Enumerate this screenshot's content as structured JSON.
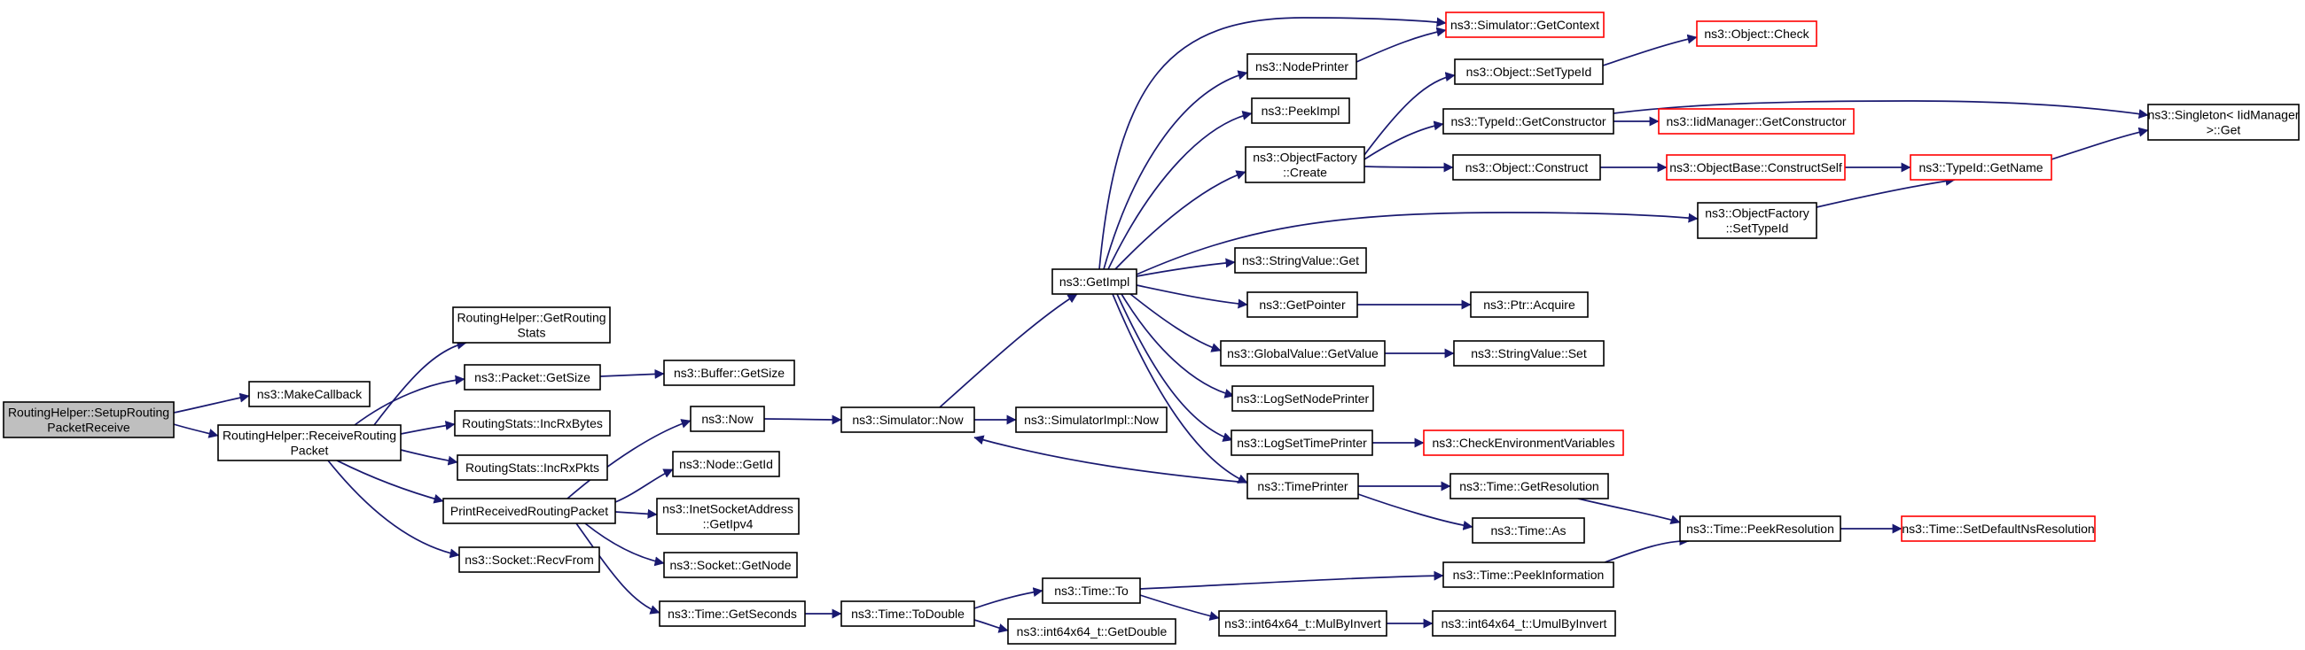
{
  "graph": {
    "edge_color": "#191970",
    "node_border": "#000000",
    "truncated_border": "#ff0000",
    "root_fill": "#bfbfbf",
    "nodes": [
      {
        "id": "setup",
        "lines": [
          "RoutingHelper::SetupRouting",
          "PacketReceive"
        ],
        "root": true
      },
      {
        "id": "makecb",
        "lines": [
          "ns3::MakeCallback"
        ]
      },
      {
        "id": "recv",
        "lines": [
          "RoutingHelper::ReceiveRouting",
          "Packet"
        ]
      },
      {
        "id": "getstats",
        "lines": [
          "RoutingHelper::GetRouting",
          "Stats"
        ]
      },
      {
        "id": "pktsize",
        "lines": [
          "ns3::Packet::GetSize"
        ]
      },
      {
        "id": "bufsize",
        "lines": [
          "ns3::Buffer::GetSize"
        ]
      },
      {
        "id": "incbytes",
        "lines": [
          "RoutingStats::IncRxBytes"
        ]
      },
      {
        "id": "incpkts",
        "lines": [
          "RoutingStats::IncRxPkts"
        ]
      },
      {
        "id": "print",
        "lines": [
          "PrintReceivedRoutingPacket"
        ]
      },
      {
        "id": "recvfrom",
        "lines": [
          "ns3::Socket::RecvFrom"
        ]
      },
      {
        "id": "now",
        "lines": [
          "ns3::Now"
        ]
      },
      {
        "id": "nodeid",
        "lines": [
          "ns3::Node::GetId"
        ]
      },
      {
        "id": "ipv4",
        "lines": [
          "ns3::InetSocketAddress",
          "::GetIpv4"
        ]
      },
      {
        "id": "sockgetnode",
        "lines": [
          "ns3::Socket::GetNode"
        ]
      },
      {
        "id": "getseconds",
        "lines": [
          "ns3::Time::GetSeconds"
        ]
      },
      {
        "id": "simnow",
        "lines": [
          "ns3::Simulator::Now"
        ]
      },
      {
        "id": "todouble",
        "lines": [
          "ns3::Time::ToDouble"
        ]
      },
      {
        "id": "simimplnow",
        "lines": [
          "ns3::SimulatorImpl::Now"
        ]
      },
      {
        "id": "timeto",
        "lines": [
          "ns3::Time::To"
        ]
      },
      {
        "id": "getdouble",
        "lines": [
          "ns3::int64x64_t::GetDouble"
        ]
      },
      {
        "id": "getimpl",
        "lines": [
          "ns3::GetImpl"
        ]
      },
      {
        "id": "nodeprinter",
        "lines": [
          "ns3::NodePrinter"
        ]
      },
      {
        "id": "peekimpl",
        "lines": [
          "ns3::PeekImpl"
        ]
      },
      {
        "id": "ofcreate",
        "lines": [
          "ns3::ObjectFactory",
          "::Create"
        ]
      },
      {
        "id": "strget",
        "lines": [
          "ns3::StringValue::Get"
        ]
      },
      {
        "id": "getpointer",
        "lines": [
          "ns3::GetPointer"
        ]
      },
      {
        "id": "gvgetvalue",
        "lines": [
          "ns3::GlobalValue::GetValue"
        ]
      },
      {
        "id": "logsetnode",
        "lines": [
          "ns3::LogSetNodePrinter"
        ]
      },
      {
        "id": "logsettime",
        "lines": [
          "ns3::LogSetTimePrinter"
        ]
      },
      {
        "id": "timeprinter",
        "lines": [
          "ns3::TimePrinter"
        ]
      },
      {
        "id": "mulbyinv",
        "lines": [
          "ns3::int64x64_t::MulByInvert"
        ]
      },
      {
        "id": "getcontext",
        "lines": [
          "ns3::Simulator::GetContext"
        ],
        "truncated": true
      },
      {
        "id": "settypeid",
        "lines": [
          "ns3::Object::SetTypeId"
        ]
      },
      {
        "id": "tidgetctor",
        "lines": [
          "ns3::TypeId::GetConstructor"
        ]
      },
      {
        "id": "objconstruct",
        "lines": [
          "ns3::Object::Construct"
        ]
      },
      {
        "id": "ofsettypeid",
        "lines": [
          "ns3::ObjectFactory",
          "::SetTypeId"
        ]
      },
      {
        "id": "ptracquire",
        "lines": [
          "ns3::Ptr::Acquire"
        ]
      },
      {
        "id": "strset",
        "lines": [
          "ns3::StringValue::Set"
        ]
      },
      {
        "id": "checkenv",
        "lines": [
          "ns3::CheckEnvironmentVariables"
        ],
        "truncated": true
      },
      {
        "id": "getres",
        "lines": [
          "ns3::Time::GetResolution"
        ]
      },
      {
        "id": "timeas",
        "lines": [
          "ns3::Time::As"
        ]
      },
      {
        "id": "peekinfo",
        "lines": [
          "ns3::Time::PeekInformation"
        ]
      },
      {
        "id": "umulbyinv",
        "lines": [
          "ns3::int64x64_t::UmulByInvert"
        ]
      },
      {
        "id": "objcheck",
        "lines": [
          "ns3::Object::Check"
        ],
        "truncated": true
      },
      {
        "id": "iidgetctor",
        "lines": [
          "ns3::IidManager::GetConstructor"
        ],
        "truncated": true
      },
      {
        "id": "constructself",
        "lines": [
          "ns3::ObjectBase::ConstructSelf"
        ],
        "truncated": true
      },
      {
        "id": "tidgetname",
        "lines": [
          "ns3::TypeId::GetName"
        ],
        "truncated": true
      },
      {
        "id": "peekres",
        "lines": [
          "ns3::Time::PeekResolution"
        ]
      },
      {
        "id": "singleton",
        "lines": [
          "ns3::Singleton< IidManager",
          " >::Get"
        ]
      },
      {
        "id": "setdefres",
        "lines": [
          "ns3::Time::SetDefaultNsResolution"
        ],
        "truncated": true
      }
    ]
  }
}
